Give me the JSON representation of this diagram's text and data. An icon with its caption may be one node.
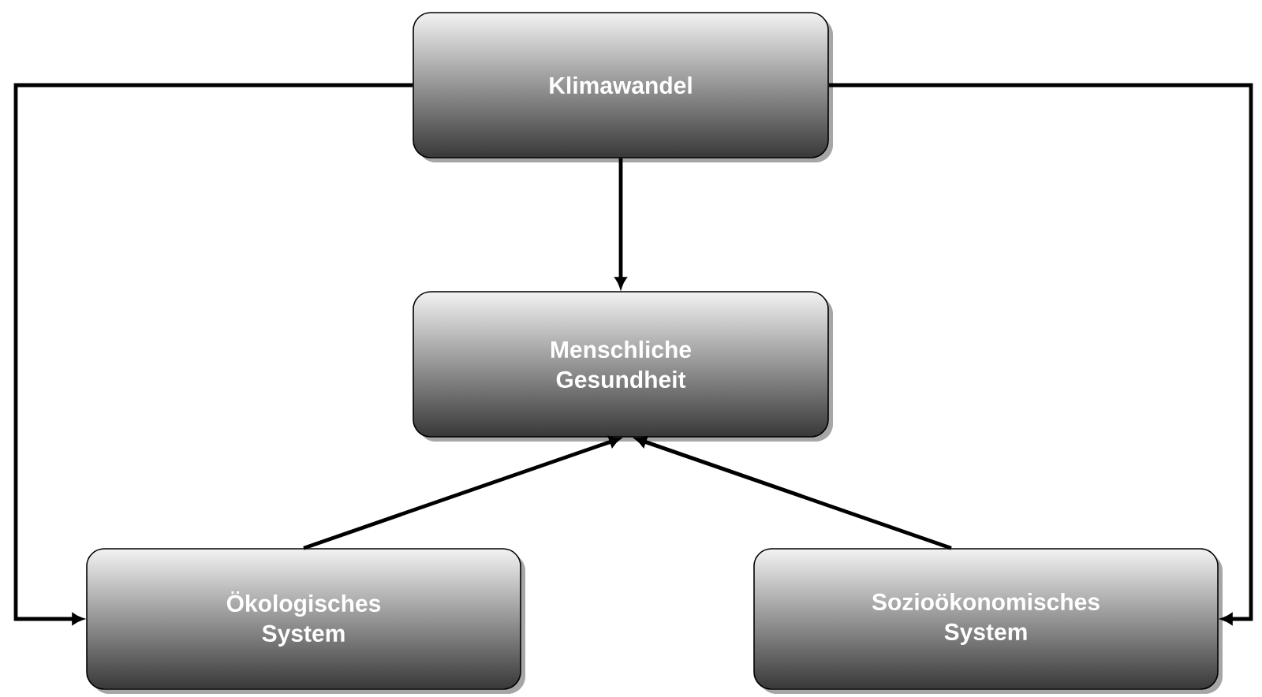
{
  "diagram": {
    "nodes": [
      {
        "text": [
          "Klimawandel"
        ]
      },
      {
        "text": [
          "Menschliche Gesundheit"
        ]
      },
      {
        "text": [
          "Ökologisches System"
        ]
      },
      {
        "text": [
          "Sozioökonomisches System"
        ]
      }
    ],
    "edges": [
      {
        "from": 0,
        "to": 1,
        "arrow": "to"
      },
      {
        "from": 2,
        "to": 1,
        "arrow": "to"
      },
      {
        "from": 3,
        "to": 1,
        "arrow": "to"
      },
      {
        "from": 0,
        "to": 2,
        "arrow": "to"
      },
      {
        "from": 0,
        "to": 3,
        "arrow": "to"
      }
    ]
  }
}
